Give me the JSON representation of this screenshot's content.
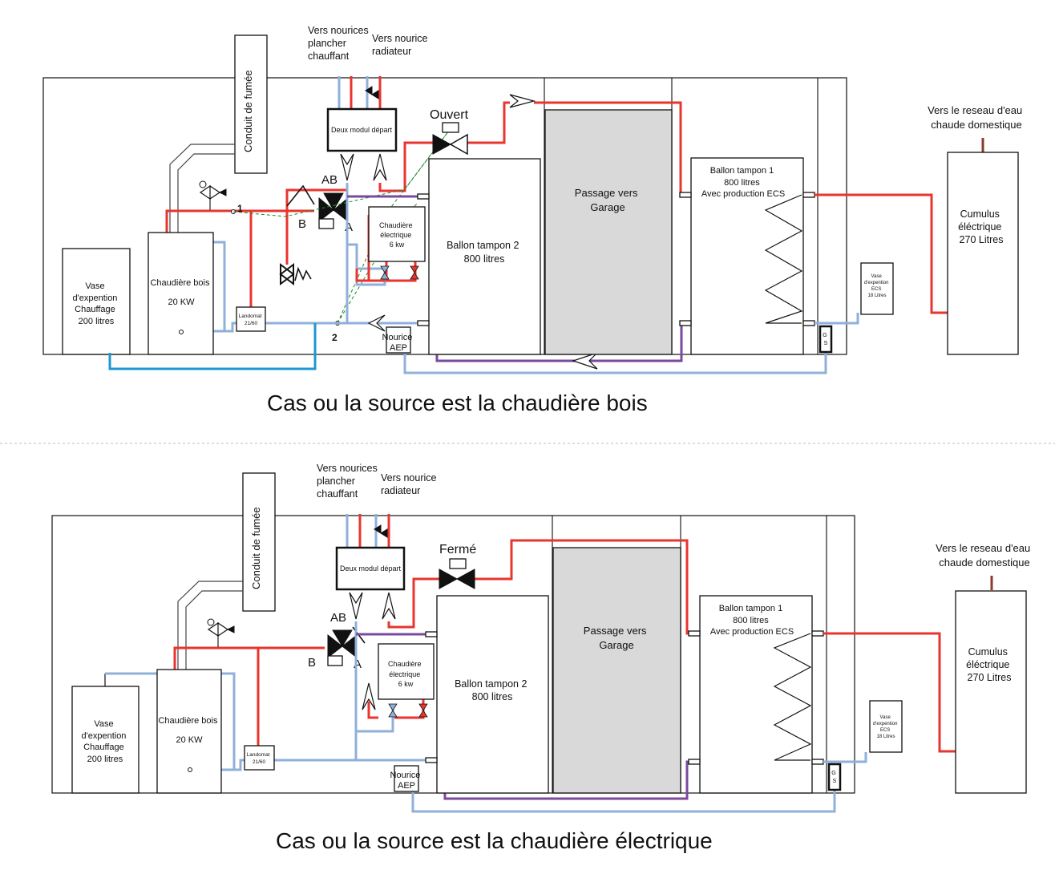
{
  "diagrams": [
    {
      "caption": "Cas  ou la source est la chaudière bois",
      "labels": {
        "flue": "Conduit de fumée",
        "to_floor_heating": [
          "Vers nourices",
          "plancher",
          "chauffant"
        ],
        "to_radiator": [
          "Vers nourice",
          "radiateur"
        ],
        "module": "Deux modul départ",
        "valve_state": "Ouvert",
        "ab": "AB",
        "a": "A",
        "b": "B",
        "point1": "1",
        "point2": "2",
        "electric_boiler": [
          "Chaudière",
          "électrique",
          "6 kw"
        ],
        "buffer2": [
          "Ballon tampon 2",
          "800 litres"
        ],
        "garage": [
          "Passage vers",
          "Garage"
        ],
        "buffer1": [
          "Ballon tampon 1",
          "800 litres",
          "Avec production ECS"
        ],
        "hot_water_net": [
          "Vers le reseau d'eau",
          "chaude domestique"
        ],
        "cumulus": [
          "Cumulus",
          "éléctrique",
          "270 Litres"
        ],
        "expansion_heating": [
          "Vase",
          "d'expention",
          "Chauffage",
          "200 litres"
        ],
        "wood_boiler": [
          "Chaudière bois",
          "20 KW"
        ],
        "landomat": [
          "Landomat",
          "21/60"
        ],
        "aep": [
          "Nourice",
          "AEP"
        ],
        "expansion_ecs": [
          "Vase",
          "d'expention",
          "ECS",
          "18 Litres"
        ],
        "gs": [
          "G",
          "S"
        ]
      }
    },
    {
      "caption": "Cas  ou la source est la chaudière électrique",
      "labels": {
        "flue": "Conduit de fumée",
        "to_floor_heating": [
          "Vers nourices",
          "plancher",
          "chauffant"
        ],
        "to_radiator": [
          "Vers nourice",
          "radiateur"
        ],
        "module": "Deux modul départ",
        "valve_state": "Fermé",
        "ab": "AB",
        "a": "A",
        "b": "B",
        "electric_boiler": [
          "Chaudière",
          "électrique",
          "6 kw"
        ],
        "buffer2": [
          "Ballon tampon 2",
          "800 litres"
        ],
        "garage": [
          "Passage vers",
          "Garage"
        ],
        "buffer1": [
          "Ballon tampon 1",
          "800 litres",
          "Avec production ECS"
        ],
        "hot_water_net": [
          "Vers le reseau d'eau",
          "chaude domestique"
        ],
        "cumulus": [
          "Cumulus",
          "éléctrique",
          "270 Litres"
        ],
        "expansion_heating": [
          "Vase",
          "d'expention",
          "Chauffage",
          "200 litres"
        ],
        "wood_boiler": [
          "Chaudière bois",
          "20 KW"
        ],
        "landomat": [
          "Landomat",
          "21/60"
        ],
        "aep": [
          "Nourice",
          "AEP"
        ],
        "expansion_ecs": [
          "Vase",
          "d'expention",
          "ECS",
          "18 Litres"
        ],
        "gs": [
          "G",
          "S"
        ]
      }
    }
  ],
  "colors": {
    "hot_pipe": "#e8352e",
    "cold_pipe": "#8fb0d8",
    "expansion_pipe": "#1d98d0",
    "buffer_link": "#7a4a9e"
  }
}
